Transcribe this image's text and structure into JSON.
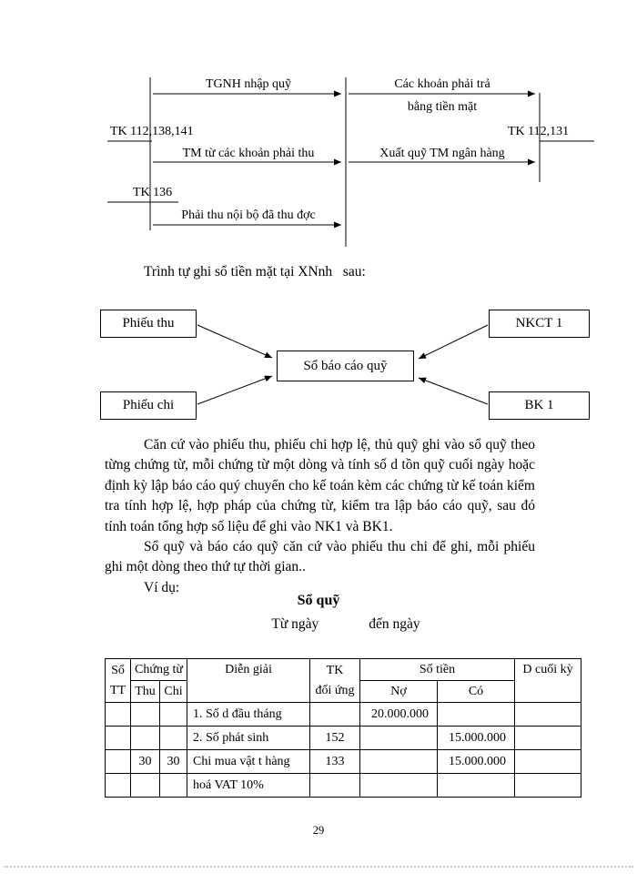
{
  "page": {
    "number": "29"
  },
  "taccount": {
    "left_account_label": "TK 112,138,141",
    "right_account_label": "TK 112,131",
    "bottom_account_label": "TK 136",
    "flow_tgnh": "TGNH nhập quỹ",
    "flow_phai_tra_line1": "Các khoản phải trả",
    "flow_phai_tra_line2": "bằng tiền mặt",
    "flow_tm_phai_thu": "TM từ các khoản phải thu",
    "flow_xuat_quy": "Xuất quỹ TM ngân hàng",
    "flow_phai_thu_noi_bo": "Phải thu nội bộ đã thu đợc"
  },
  "intro_text": "Trình tự ghi sổ tiền mặt tại XNnh   sau:",
  "flowchart": {
    "phieu_thu": "Phiếu thu",
    "nkct1": "NKCT 1",
    "so_bao_cao_quy": "Sổ báo cáo quỹ",
    "phieu_chi": "Phiếu chi",
    "bk1": "BK 1"
  },
  "body": {
    "paragraph1": "Căn cứ vào phiếu thu, phiếu chi hợp lệ, thủ quỹ ghi vào sổ quỹ theo từng chứng từ, mỗi chứng từ một dòng và tính số d  tồn quỹ cuối ngày hoặc định kỳ lập báo cáo quý chuyển cho kế toán kèm các chứng từ kế toán kiểm tra tính hợp lệ, hợp pháp của chứng từ, kiểm tra lập báo cáo quỹ, sau đó tính toán tổng hợp số liệu để ghi vào NK1 và BK1.",
    "paragraph2": "Sổ quỹ và báo cáo quỹ căn cứ vào phiếu thu chi để ghi, mỗi phiếu ghi một dòng theo thứ tự thời gian..",
    "paragraph3": "Ví dụ:"
  },
  "ledger": {
    "title": "Sổ quỹ",
    "date_from": "Từ ngày",
    "date_to": "đến ngày",
    "headers": {
      "so": "Số",
      "tt": "TT",
      "chung_tu": "Chứng từ",
      "thu": "Thu",
      "chi": "Chi",
      "dien_giai": "Diễn giải",
      "tk": "TK",
      "doi_ung": "đối ứng",
      "so_tien": "Số tiền",
      "no": "Nợ",
      "co": "Có",
      "du_cuoi_ky": "D  cuối kỳ"
    },
    "rows": [
      {
        "tt": "",
        "thu": "",
        "chi": "",
        "dien_giai": "1. Số d  đầu tháng",
        "tk": "",
        "no": "20.000.000",
        "co": "",
        "du": ""
      },
      {
        "tt": "",
        "thu": "",
        "chi": "",
        "dien_giai": "2. Số phát sinh",
        "tk": "152",
        "no": "",
        "co": "15.000.000",
        "du": ""
      },
      {
        "tt": "",
        "thu": "30",
        "chi": "30",
        "dien_giai": "Chi mua vật t  hàng",
        "tk": "133",
        "no": "",
        "co": "15.000.000",
        "du": ""
      },
      {
        "tt": "",
        "thu": "",
        "chi": "",
        "dien_giai": "hoá VAT 10%",
        "tk": "",
        "no": "",
        "co": "",
        "du": ""
      }
    ]
  }
}
